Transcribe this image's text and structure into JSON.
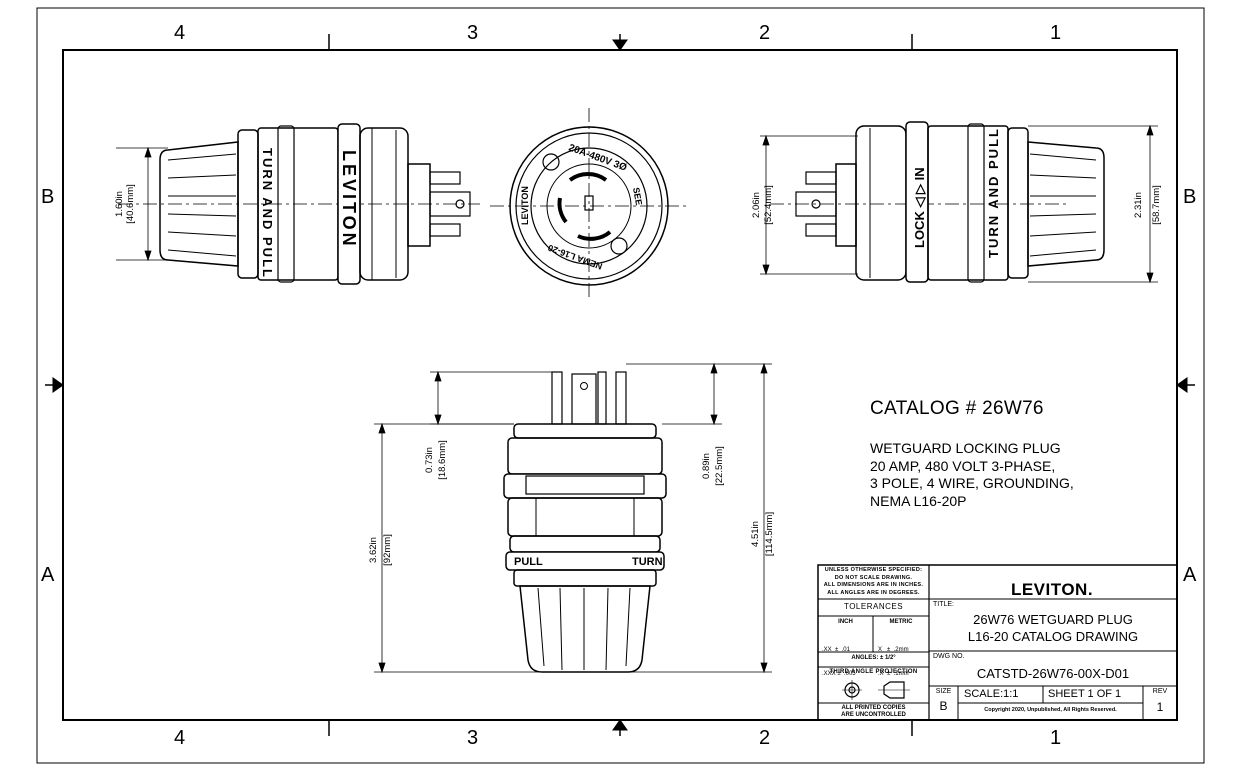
{
  "zones": {
    "cols": [
      "4",
      "3",
      "2",
      "1"
    ],
    "rows": [
      "B",
      "A"
    ]
  },
  "views": {
    "left": {
      "body_text": "TURN AND PULL",
      "brand": "LEVITON",
      "dim_in": "1.60in",
      "dim_mm": "[40.6mm]"
    },
    "face": {
      "rating": "20A-480V 3Ø",
      "nema": "NEMA L16-20",
      "cert": "SEE",
      "side_label": "LEVITON"
    },
    "right": {
      "lock_text": "LOCK ◁ ▷ IN",
      "body_text": "TURN AND PULL",
      "dim1_in": "2.06in",
      "dim1_mm": "[52.4mm]",
      "dim2_in": "2.31in",
      "dim2_mm": "[58.7mm]"
    },
    "side": {
      "dim_a_in": "0.73in",
      "dim_a_mm": "[18.6mm]",
      "dim_b_in": "0.89in",
      "dim_b_mm": "[22.5mm]",
      "dim_c_in": "3.62in",
      "dim_c_mm": "[92mm]",
      "dim_d_in": "4.51in",
      "dim_d_mm": "[114.5mm]",
      "pull_text": "PULL",
      "turn_text": "TURN"
    }
  },
  "catalog": {
    "title": "CATALOG # 26W76",
    "lines": [
      "WETGUARD LOCKING PLUG",
      "20 AMP, 480 VOLT 3-PHASE,",
      "3 POLE, 4 WIRE, GROUNDING,",
      "NEMA L16-20P"
    ]
  },
  "title_block": {
    "unless": [
      "UNLESS OTHERWISE SPECIFIED:",
      "DO NOT SCALE DRAWING.",
      "ALL DIMENSIONS ARE IN INCHES.",
      "ALL ANGLES ARE IN DEGREES."
    ],
    "tolerances": "TOLERANCES",
    "inch": "INCH",
    "metric": "METRIC",
    "inch_rows": [
      ".XX  ±  .01",
      ".XXX ±  .005"
    ],
    "metric_rows": [
      "X   ±  .2mm",
      ".X  ±  .1mm"
    ],
    "angles": "ANGLES: ± 1/2°",
    "projection": "THIRD ANGLE PROJECTION",
    "prints": [
      "ALL PRINTED COPIES",
      "ARE UNCONTROLLED"
    ],
    "logo": "LEVITON.",
    "title_label": "TITLE:",
    "title_lines": [
      "26W76 WETGUARD PLUG",
      "L16-20 CATALOG DRAWING"
    ],
    "dwg_label": "DWG NO.",
    "dwg_no": "CATSTD-26W76-00X-D01",
    "size_label": "SIZE",
    "size": "B",
    "scale": "SCALE:1:1",
    "sheet": "SHEET 1 OF 1",
    "rev_label": "REV",
    "rev": "1",
    "copyright": "Copyright 2020, Unpublished, All Rights Reserved."
  }
}
